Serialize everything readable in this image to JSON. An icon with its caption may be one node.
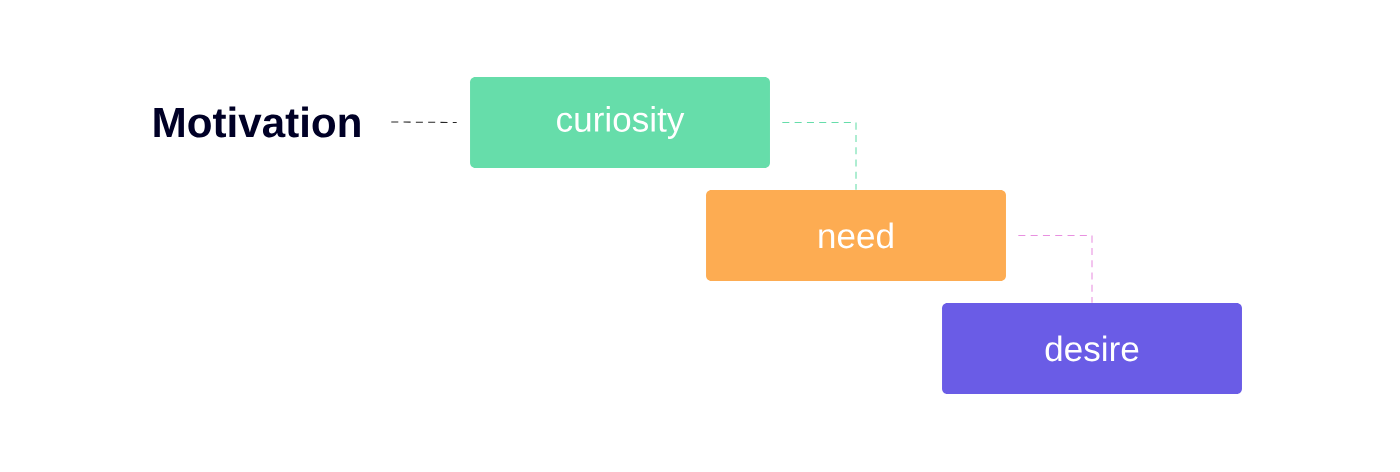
{
  "diagram": {
    "nodes": [
      {
        "text": [
          "Motivation"
        ]
      },
      {
        "text": [
          "curiosity"
        ]
      },
      {
        "text": [
          "need"
        ]
      },
      {
        "text": [
          "desire"
        ]
      }
    ],
    "edges": [
      {
        "from": 0,
        "to": 1,
        "arrow": "none",
        "style": "dashed"
      },
      {
        "from": 1,
        "to": 2,
        "arrow": "none",
        "style": "dashed",
        "color": "#66ddaa"
      },
      {
        "from": 2,
        "to": 3,
        "arrow": "none",
        "style": "dashed",
        "color": "#e890e0"
      }
    ]
  }
}
